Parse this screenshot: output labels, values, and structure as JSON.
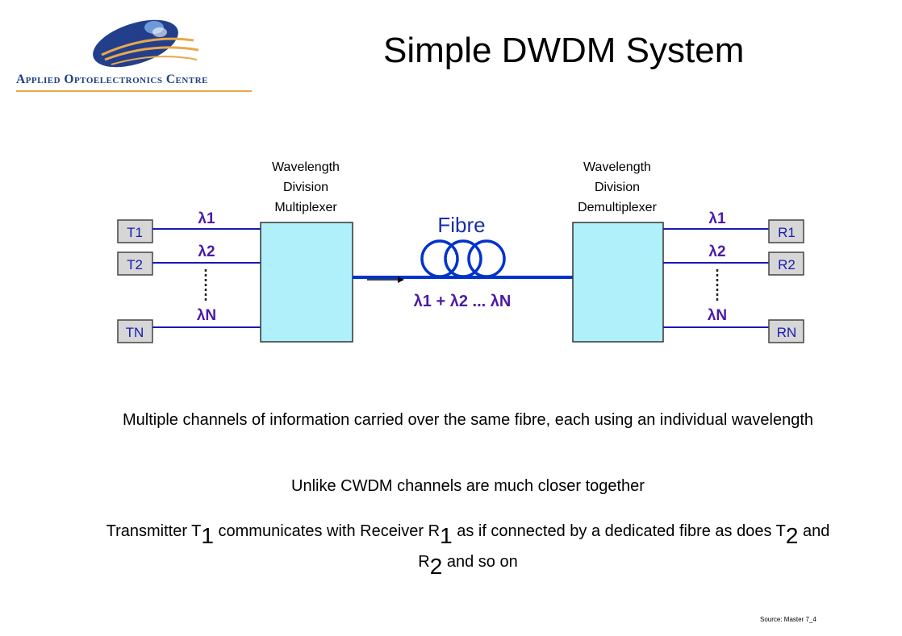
{
  "logo": {
    "text": "Applied Optoelectronics Centre"
  },
  "title": "Simple DWDM System",
  "diagram": {
    "mux_label": [
      "Wavelength",
      "Division",
      "Multiplexer"
    ],
    "demux_label": [
      "Wavelength",
      "Division",
      "Demultiplexer"
    ],
    "fibre_label": "Fibre",
    "combined_label": "λ1 + λ2 ... λN",
    "transmitters": [
      "T1",
      "T2",
      "TN"
    ],
    "receivers": [
      "R1",
      "R2",
      "RN"
    ],
    "channel_labels": [
      "λ1",
      "λ2",
      "λN"
    ],
    "colors": {
      "box_fill": "#aff0fa",
      "line": "#1a1ab0",
      "label": "#4b1aa8",
      "fibre": "#0033cc",
      "fibre_label": "#1a2fa8",
      "tx_fill": "#d6d6d6"
    }
  },
  "body": {
    "p1": "Multiple channels of information carried over the same fibre, each using an individual wavelength",
    "p2": "Unlike CWDM channels are much closer together",
    "p3": {
      "a": "Transmitter T",
      "a_sub": "1",
      "b": " communicates with Receiver R",
      "b_sub": "1",
      "c": " as if connected by a dedicated fibre as does T",
      "c_sub": "2",
      "d": " and R",
      "d_sub": "2",
      "e": " and so on"
    }
  },
  "source": "Source: Master 7_4"
}
